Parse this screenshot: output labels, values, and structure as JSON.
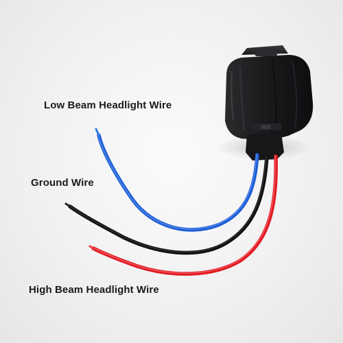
{
  "labels": {
    "low_beam": "Low Beam Headlight Wire",
    "ground": "Ground Wire",
    "high_beam": "High Beam Headlight Wire"
  },
  "colors": {
    "background": "#f2f2f2",
    "connector": "#1c1c1e",
    "low_beam_wire": "#1f5fd6",
    "ground_wire": "#111111",
    "high_beam_wire": "#e01b24",
    "label_text": "#1a1a1a"
  }
}
